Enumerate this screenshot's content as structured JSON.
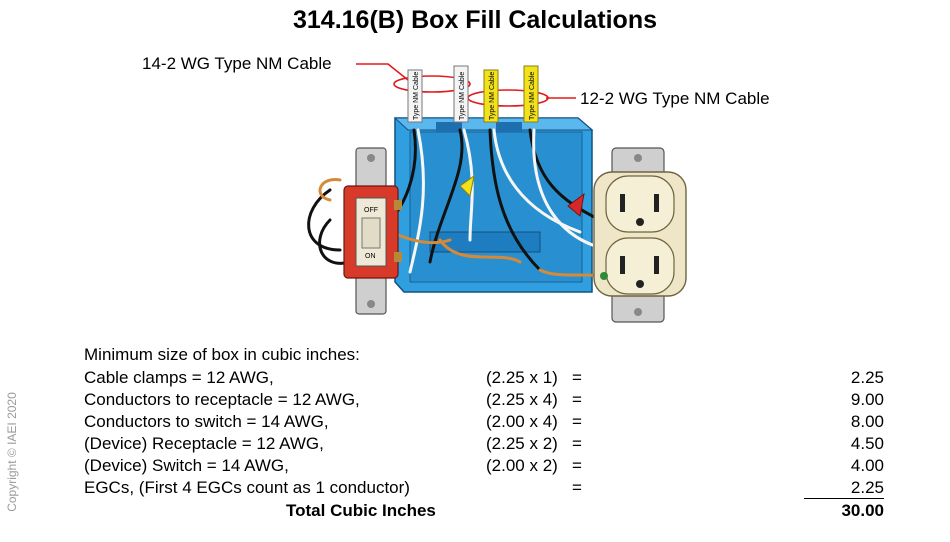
{
  "title": "314.16(B) Box Fill Calculations",
  "callouts": {
    "left": "14-2 WG Type NM Cable",
    "right": "12-2 WG Type NM Cable"
  },
  "cable_jacket_text": "Type NM Cable",
  "switch_labels": {
    "off": "OFF",
    "on": "ON"
  },
  "calculation": {
    "heading": "Minimum size of box in cubic inches:",
    "rows": [
      {
        "label": "Cable clamps = 12 AWG,",
        "formula": "(2.25 x 1)",
        "eq": "=",
        "value": "2.25"
      },
      {
        "label": "Conductors to receptacle = 12 AWG,",
        "formula": "(2.25 x 4)",
        "eq": "=",
        "value": "9.00"
      },
      {
        "label": "Conductors to switch = 14 AWG,",
        "formula": "(2.00 x 4)",
        "eq": "=",
        "value": "8.00"
      },
      {
        "label": "(Device) Receptacle = 12 AWG,",
        "formula": "(2.25 x 2)",
        "eq": "=",
        "value": "4.50"
      },
      {
        "label": "(Device) Switch = 14 AWG,",
        "formula": "(2.00 x 2)",
        "eq": "=",
        "value": "4.00"
      },
      {
        "label": "EGCs, (First 4 EGCs count as 1 conductor)",
        "formula": "",
        "eq": "=",
        "value": "2.25"
      }
    ],
    "total_label": "Total Cubic Inches",
    "total_value": "30.00"
  },
  "copyright": "Copyright © IAEI 2020",
  "colors": {
    "box": "#2f9fe0",
    "switch_strap": "#c8c8c8",
    "switch_body": "#d83a2a",
    "receptacle": "#efe6c8",
    "callout_line": "#e01b1b",
    "cable_white": "#f4f4f4",
    "cable_yellow": "#f2e21a",
    "copyright_text": "#9a9a9a"
  }
}
